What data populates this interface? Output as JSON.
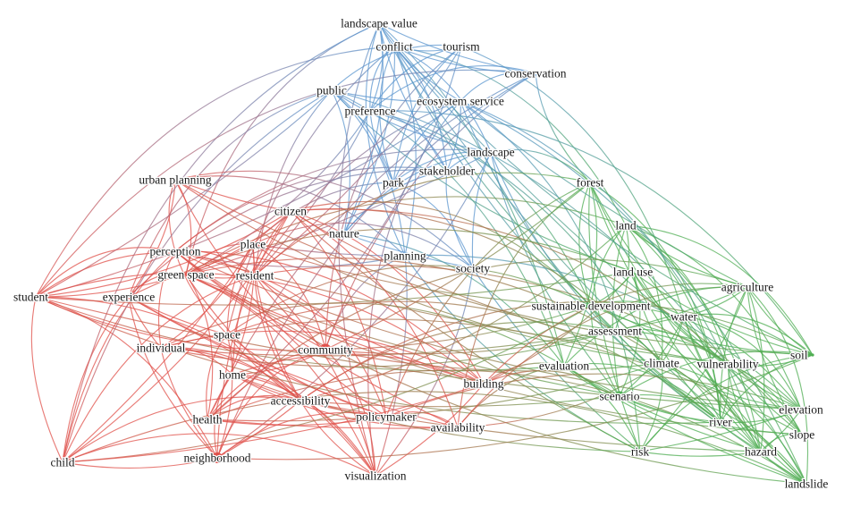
{
  "colors": {
    "red": "#e0504a",
    "blue": "#5b96cf",
    "green": "#4fae53"
  },
  "nodes": [
    {
      "id": "landscape_value",
      "label": "landscape value",
      "cluster": "blue"
    },
    {
      "id": "conflict",
      "label": "conflict",
      "cluster": "blue"
    },
    {
      "id": "tourism",
      "label": "tourism",
      "cluster": "blue"
    },
    {
      "id": "conservation",
      "label": "conservation",
      "cluster": "blue"
    },
    {
      "id": "public",
      "label": "public",
      "cluster": "blue"
    },
    {
      "id": "preference",
      "label": "preference",
      "cluster": "blue"
    },
    {
      "id": "ecosystem_service",
      "label": "ecosystem service",
      "cluster": "blue"
    },
    {
      "id": "landscape",
      "label": "landscape",
      "cluster": "blue"
    },
    {
      "id": "stakeholder",
      "label": "stakeholder",
      "cluster": "blue"
    },
    {
      "id": "park",
      "label": "park",
      "cluster": "blue"
    },
    {
      "id": "nature",
      "label": "nature",
      "cluster": "blue"
    },
    {
      "id": "planning",
      "label": "planning",
      "cluster": "blue"
    },
    {
      "id": "society",
      "label": "society",
      "cluster": "blue"
    },
    {
      "id": "urban_planning",
      "label": "urban planning",
      "cluster": "red"
    },
    {
      "id": "citizen",
      "label": "citizen",
      "cluster": "red"
    },
    {
      "id": "perception",
      "label": "perception",
      "cluster": "red"
    },
    {
      "id": "place",
      "label": "place",
      "cluster": "red"
    },
    {
      "id": "green_space",
      "label": "green space",
      "cluster": "red"
    },
    {
      "id": "resident",
      "label": "resident",
      "cluster": "red"
    },
    {
      "id": "student",
      "label": "student",
      "cluster": "red"
    },
    {
      "id": "experience",
      "label": "experience",
      "cluster": "red"
    },
    {
      "id": "individual",
      "label": "individual",
      "cluster": "red"
    },
    {
      "id": "space",
      "label": "space",
      "cluster": "red"
    },
    {
      "id": "community",
      "label": "community",
      "cluster": "red"
    },
    {
      "id": "home",
      "label": "home",
      "cluster": "red"
    },
    {
      "id": "accessibility",
      "label": "accessibility",
      "cluster": "red"
    },
    {
      "id": "health",
      "label": "health",
      "cluster": "red"
    },
    {
      "id": "policymaker",
      "label": "policymaker",
      "cluster": "red"
    },
    {
      "id": "availability",
      "label": "availability",
      "cluster": "red"
    },
    {
      "id": "child",
      "label": "child",
      "cluster": "red"
    },
    {
      "id": "neighborhood",
      "label": "neighborhood",
      "cluster": "red"
    },
    {
      "id": "visualization",
      "label": "visualization",
      "cluster": "red"
    },
    {
      "id": "building",
      "label": "building",
      "cluster": "red"
    },
    {
      "id": "forest",
      "label": "forest",
      "cluster": "green"
    },
    {
      "id": "land",
      "label": "land",
      "cluster": "green"
    },
    {
      "id": "land_use",
      "label": "land use",
      "cluster": "green"
    },
    {
      "id": "agriculture",
      "label": "agriculture",
      "cluster": "green"
    },
    {
      "id": "sustainable_development",
      "label": "sustainable development",
      "cluster": "green"
    },
    {
      "id": "assessment",
      "label": "assessment",
      "cluster": "green"
    },
    {
      "id": "water",
      "label": "water",
      "cluster": "green"
    },
    {
      "id": "soil",
      "label": "soil",
      "cluster": "green"
    },
    {
      "id": "evaluation",
      "label": "evaluation",
      "cluster": "green"
    },
    {
      "id": "climate",
      "label": "climate",
      "cluster": "green"
    },
    {
      "id": "vulnerability",
      "label": "vulnerability",
      "cluster": "green"
    },
    {
      "id": "scenario",
      "label": "scenario",
      "cluster": "green"
    },
    {
      "id": "elevation",
      "label": "elevation",
      "cluster": "green"
    },
    {
      "id": "river",
      "label": "river",
      "cluster": "green"
    },
    {
      "id": "slope",
      "label": "slope",
      "cluster": "green"
    },
    {
      "id": "hazard",
      "label": "hazard",
      "cluster": "green"
    },
    {
      "id": "risk",
      "label": "risk",
      "cluster": "green"
    },
    {
      "id": "landslide",
      "label": "landslide",
      "cluster": "green"
    }
  ]
}
